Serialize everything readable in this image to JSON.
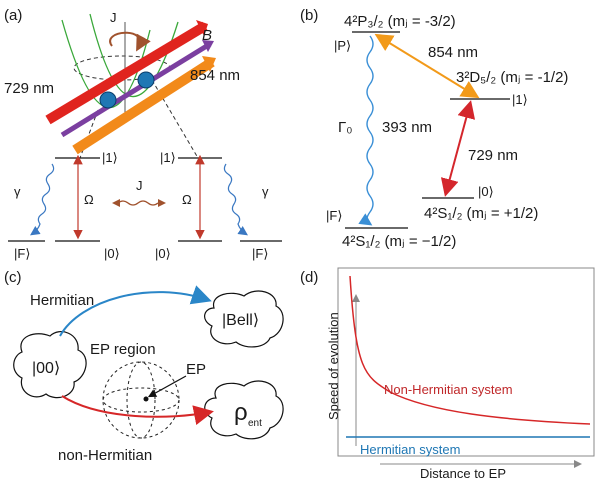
{
  "panels": {
    "a": {
      "label": "(a)",
      "laser_729": "729 nm",
      "laser_854": "854 nm",
      "b_field": "B",
      "coupling_top": "J",
      "coupling_mid": "J",
      "omega_left": "Ω",
      "omega_right": "Ω",
      "gamma_left": "γ",
      "gamma_right": "γ",
      "ket1_left": "|1⟩",
      "ket1_right": "|1⟩",
      "ket0_left": "|0⟩",
      "ket0_right": "|0⟩",
      "ketF_left": "|F⟩",
      "ketF_right": "|F⟩",
      "colors": {
        "laser_729": "#e0241e",
        "laser_854": "#f28a1a",
        "b_field": "#7b3fa0",
        "parabola": "#3aa83a",
        "ion": "#1f77b4",
        "omega_arrow": "#c0392b",
        "decay": "#3a78c2"
      }
    },
    "b": {
      "label": "(b)",
      "level_P": "4²P₃/₂ (mⱼ = -3/2)",
      "ket_P": "|P⟩",
      "level_D": "3²D₅/₂ (mⱼ = -1/2)",
      "ket_1": "|1⟩",
      "ket_0": "|0⟩",
      "level_S_up": "4²S₁/₂ (mⱼ = +1/2)",
      "ket_F": "|F⟩",
      "level_S_low": "4²S₁/₂ (mⱼ = −1/2)",
      "wl_854": "854 nm",
      "wl_729": "729 nm",
      "wl_393": "393 nm",
      "gamma0": "Γ₀",
      "colors": {
        "arrow_854": "#f29a1a",
        "arrow_729": "#d4262c",
        "decay_393": "#3a8fd6"
      }
    },
    "c": {
      "label": "(c)",
      "hermitian": "Hermitian",
      "non_hermitian": "non-Hermitian",
      "ket_00": "|00⟩",
      "ket_bell": "|Bell⟩",
      "ep_region": "EP region",
      "ep": "EP",
      "rho": "ρ",
      "rho_sub": "ent",
      "colors": {
        "hermitian_arrow": "#2a86c8",
        "non_hermitian_arrow": "#d62728"
      }
    },
    "d": {
      "label": "(d)",
      "y_axis": "Speed of evolution",
      "x_axis": "Distance to EP",
      "series_nh": "Non-Hermitian system",
      "series_h": "Hermitian system",
      "colors": {
        "non_hermitian": "#d62728",
        "hermitian": "#1f77b4"
      }
    }
  }
}
